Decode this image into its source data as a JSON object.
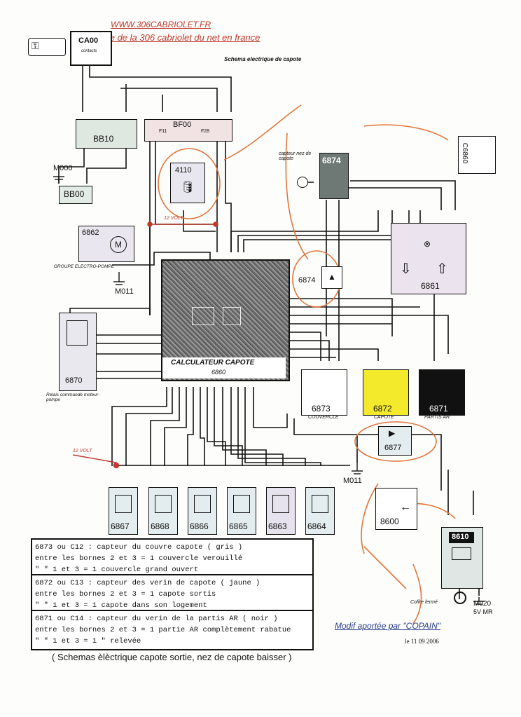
{
  "header": {
    "site_url": "WWW.306CABRIOLET.FR",
    "site_tagline": "le site de la 306 cabriolet du net en france",
    "schema_title": "Schema electrique de capote"
  },
  "components": {
    "ca00": {
      "code": "CA00",
      "sub": "contacts"
    },
    "bb10": {
      "code": "BB10"
    },
    "bf00": {
      "code": "BF00",
      "fuse_left": "F11",
      "fuse_right": "F28"
    },
    "m000": {
      "code": "M000"
    },
    "bb00": {
      "code": "BB00"
    },
    "c4110": {
      "code": "4110"
    },
    "c6862": {
      "code": "6862",
      "caption": "GROUPE ELECTRO-POMPE"
    },
    "m011a": {
      "code": "M011"
    },
    "c6870": {
      "code": "6870",
      "caption": "Relais commande moteur-pompe"
    },
    "c6874_top": {
      "code": "6874",
      "caption": "capteur nez de capote"
    },
    "c6874_mid": {
      "code": "6874"
    },
    "c6860": {
      "code": "CALCULATEUR CAPOTE",
      "sub": "6860"
    },
    "c6861": {
      "code": "6861"
    },
    "c6873": {
      "code": "6873",
      "caption": "COUVERCLE"
    },
    "c6872": {
      "code": "6872",
      "caption": "CAPOTE"
    },
    "c6871": {
      "code": "6871",
      "caption": "PARTIS AR"
    },
    "c6877": {
      "code": "6877"
    },
    "m011b": {
      "code": "M011"
    },
    "c8600": {
      "code": "8600"
    },
    "c8610": {
      "code": "8610",
      "caption": "Coffre fermé"
    },
    "m020": {
      "code": "M020",
      "sub": "5V MR"
    },
    "c6860_small": {
      "code": "C6860"
    },
    "valves": [
      "6867",
      "6868",
      "6866",
      "6865",
      "6863",
      "6864"
    ]
  },
  "labels": {
    "volt12_top": "12 VOLT",
    "volt12_left": "12 VOLT"
  },
  "notes": [
    [
      "6873 ou C12 : capteur du couvre capote ( gris )",
      "entre les bornes 2 et 3 = 1 couvercle verouillé",
      "\"          \"        1 et 3 = 1 couvercle grand ouvert"
    ],
    [
      "6872 ou C13 : capteur des verin de capote ( jaune )",
      "entre les bornes 2 et 3 = 1 capote sortis",
      "\"         \"      1 et 3 = 1 capote dans son logement"
    ],
    [
      "6871 ou C14 : capteur du verin de la partis AR ( noir )",
      "entre les bornes 2 et 3 = 1 partie AR complètement rabatue",
      "\"        \"       1 et 3 = 1   \"                  relevée"
    ]
  ],
  "footer": {
    "credit": "Modif aportée par  \"COPAIN\"",
    "date": "le 11 09 2006",
    "caption": "( Schemas èlèctrique capote sortie, nez de capote baisser )"
  },
  "colors": {
    "red": "#c0392b",
    "orange": "#e0763a",
    "yellow": "#f2ea2a",
    "ink": "#111111"
  }
}
